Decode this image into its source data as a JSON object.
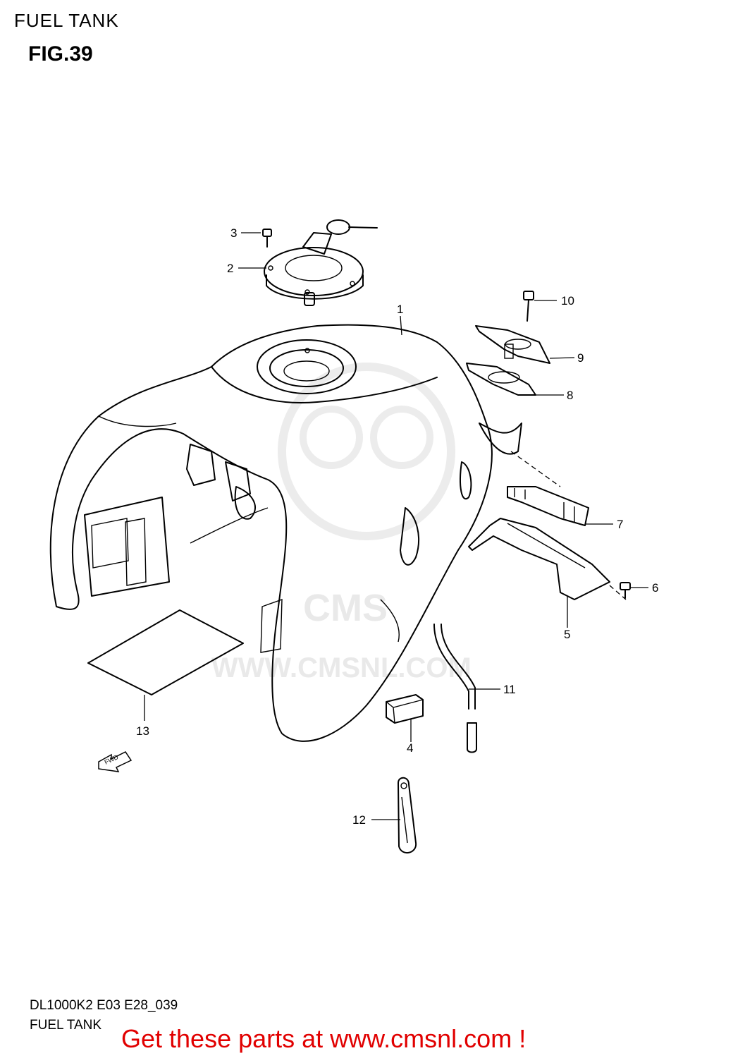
{
  "header": {
    "title": "FUEL TANK",
    "figure": "FIG.39"
  },
  "footer": {
    "model_code": "DL1000K2 E03 E28_039",
    "title": "FUEL TANK"
  },
  "promo": {
    "text": "Get these parts at www.cmsnl.com !",
    "color": "#e10000"
  },
  "watermark": {
    "brand": "CMS",
    "url": "WWW.CMSNL.COM"
  },
  "direction_arrow": {
    "label": "FWD"
  },
  "callouts": [
    "1",
    "2",
    "3",
    "4",
    "5",
    "6",
    "7",
    "8",
    "9",
    "10",
    "11",
    "12",
    "13"
  ]
}
